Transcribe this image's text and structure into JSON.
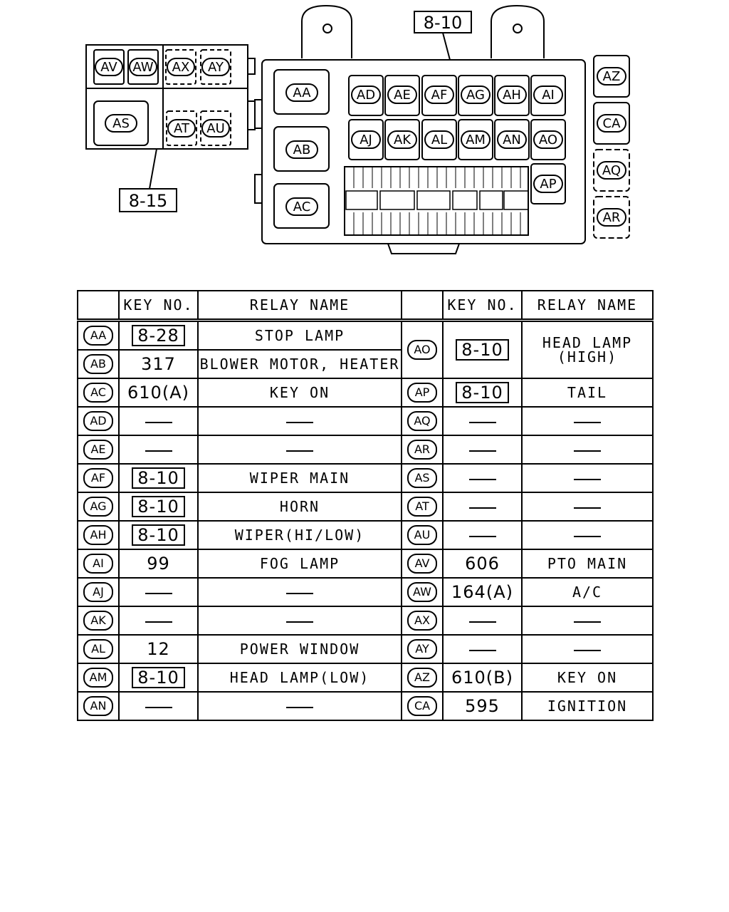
{
  "diagram": {
    "ref_main": "8-10",
    "ref_sub": "8-15",
    "sub_box": [
      "AV",
      "AW",
      "AX",
      "AY",
      "AS",
      "AT",
      "AU"
    ],
    "main_large": [
      "AA",
      "AB",
      "AC"
    ],
    "main_row1": [
      "AD",
      "AE",
      "AF",
      "AG",
      "AH",
      "AI"
    ],
    "main_row2": [
      "AJ",
      "AK",
      "AL",
      "AM",
      "AN",
      "AO"
    ],
    "main_side": "AP",
    "right_column": [
      "AZ",
      "CA",
      "AQ",
      "AR"
    ]
  },
  "table": {
    "headers": {
      "key_no": "KEY NO.",
      "relay_name": "RELAY NAME"
    },
    "left": [
      {
        "code": "AA",
        "key": "8-28",
        "boxed": true,
        "name": "STOP LAMP"
      },
      {
        "code": "AB",
        "key": "317",
        "boxed": false,
        "name": "BLOWER MOTOR, HEATER"
      },
      {
        "code": "AC",
        "key": "610(A)",
        "boxed": false,
        "name": "KEY ON"
      },
      {
        "code": "AD",
        "key": "",
        "boxed": false,
        "name": ""
      },
      {
        "code": "AE",
        "key": "",
        "boxed": false,
        "name": ""
      },
      {
        "code": "AF",
        "key": "8-10",
        "boxed": true,
        "name": "WIPER MAIN"
      },
      {
        "code": "AG",
        "key": "8-10",
        "boxed": true,
        "name": "HORN"
      },
      {
        "code": "AH",
        "key": "8-10",
        "boxed": true,
        "name": "WIPER(HI/LOW)"
      },
      {
        "code": "AI",
        "key": "99",
        "boxed": false,
        "name": "FOG LAMP"
      },
      {
        "code": "AJ",
        "key": "",
        "boxed": false,
        "name": ""
      },
      {
        "code": "AK",
        "key": "",
        "boxed": false,
        "name": ""
      },
      {
        "code": "AL",
        "key": "12",
        "boxed": false,
        "name": "POWER WINDOW"
      },
      {
        "code": "AM",
        "key": "8-10",
        "boxed": true,
        "name": "HEAD LAMP(LOW)"
      },
      {
        "code": "AN",
        "key": "",
        "boxed": false,
        "name": ""
      }
    ],
    "right": [
      {
        "code": "AO",
        "key": "8-10",
        "boxed": true,
        "name": "HEAD LAMP",
        "name_line2": "(HIGH)"
      },
      {
        "code": "AP",
        "key": "8-10",
        "boxed": true,
        "name": "TAIL"
      },
      {
        "code": "AQ",
        "key": "",
        "boxed": false,
        "name": ""
      },
      {
        "code": "AR",
        "key": "",
        "boxed": false,
        "name": ""
      },
      {
        "code": "AS",
        "key": "",
        "boxed": false,
        "name": ""
      },
      {
        "code": "AT",
        "key": "",
        "boxed": false,
        "name": ""
      },
      {
        "code": "AU",
        "key": "",
        "boxed": false,
        "name": ""
      },
      {
        "code": "AV",
        "key": "606",
        "boxed": false,
        "name": "PTO MAIN"
      },
      {
        "code": "AW",
        "key": "164(A)",
        "boxed": false,
        "name": "A/C"
      },
      {
        "code": "AX",
        "key": "",
        "boxed": false,
        "name": ""
      },
      {
        "code": "AY",
        "key": "",
        "boxed": false,
        "name": ""
      },
      {
        "code": "AZ",
        "key": "610(B)",
        "boxed": false,
        "name": "KEY ON"
      },
      {
        "code": "CA",
        "key": "595",
        "boxed": false,
        "name": "IGNITION"
      }
    ]
  }
}
